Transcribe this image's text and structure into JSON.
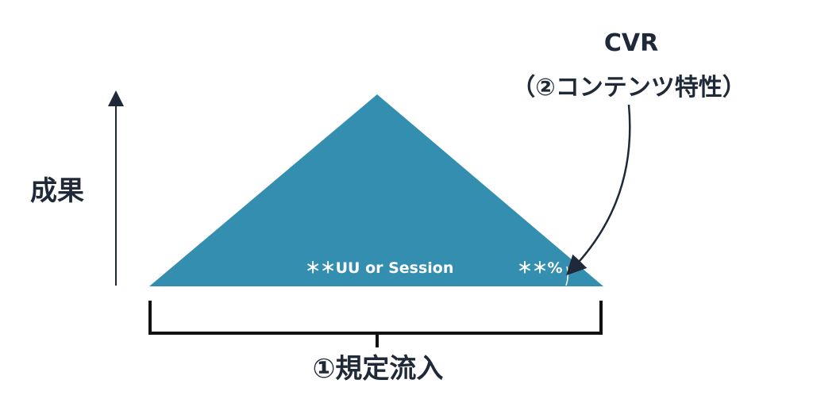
{
  "labels": {
    "y_axis": "成果",
    "cvr_title": "CVR",
    "cvr_subtitle": "（②コンテンツ特性）",
    "inflow_metric": "＊＊UU or Session",
    "cvr_value": "＊＊%",
    "inflow_label": "①規定流入"
  },
  "colors": {
    "triangle": "#338eb0",
    "ink": "#1f2937",
    "label_on_shape": "#ffffff"
  }
}
